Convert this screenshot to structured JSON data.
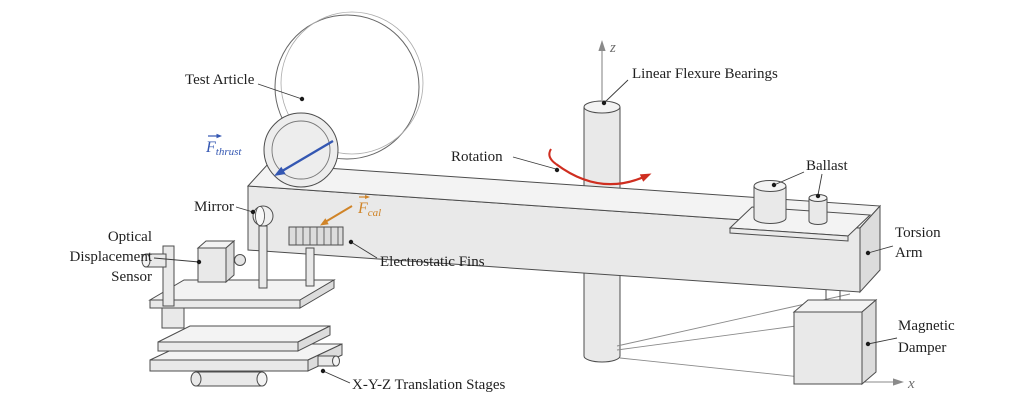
{
  "labels": {
    "test_article": "Test Article",
    "mirror": "Mirror",
    "optical_line1": "Optical",
    "optical_line2": "Displacement",
    "optical_line3": "Sensor",
    "electrostatic_fins": "Electrostatic Fins",
    "xyz_stages": "X-Y-Z Translation Stages",
    "rotation": "Rotation",
    "linear_flexure_bearings": "Linear Flexure Bearings",
    "ballast": "Ballast",
    "torsion_arm_line1": "Torsion",
    "torsion_arm_line2": "Arm",
    "magnetic_damper_line1": "Magnetic",
    "magnetic_damper_line2": "Damper"
  },
  "math": {
    "f_thrust": {
      "main": "F",
      "sub": "thrust"
    },
    "f_cal": {
      "main": "F",
      "sub": "cal"
    }
  },
  "axes": {
    "z": "z",
    "x": "x"
  },
  "colors": {
    "thrust": "#3457b2",
    "cal": "#d08428",
    "rotation": "#cf2e20"
  }
}
